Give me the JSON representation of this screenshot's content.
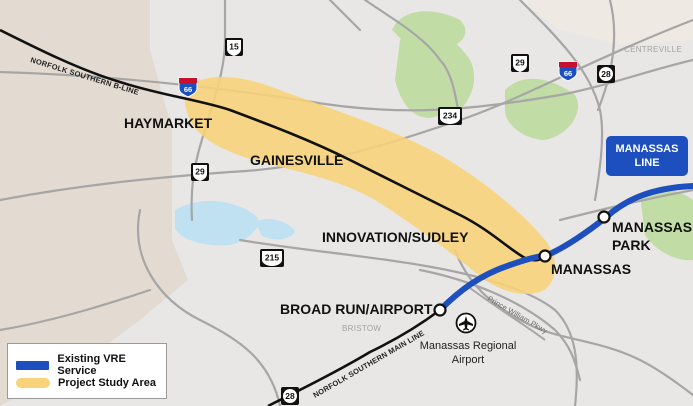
{
  "stations": {
    "haymarket": "HAYMARKET",
    "gainesville": "GAINESVILLE",
    "innovation": "INNOVATION/SUDLEY",
    "manassas": "MANASSAS",
    "manassas_park_1": "MANASSAS",
    "manassas_park_2": "PARK",
    "broad_run": "BROAD RUN/AIRPORT"
  },
  "places": {
    "centreville": "CENTREVILLE",
    "bristow": "BRISTOW",
    "airport_line1": "Manassas Regional",
    "airport_line2": "Airport"
  },
  "rail_lines": {
    "b_line": "NORFOLK SOUTHERN B-LINE",
    "main_line": "NORFOLK SOUTHERN MAIN LINE"
  },
  "roads": {
    "prince_william_pkwy": "Prince William Pkwy"
  },
  "shields": {
    "us15": "15",
    "us29_north": "29",
    "us29_west": "29",
    "i66_west": "66",
    "i66_east": "66",
    "va28_north": "28",
    "va28_south": "28",
    "va234": "234",
    "va215": "215"
  },
  "line_badge": {
    "line1": "MANASSAS",
    "line2": "LINE"
  },
  "legend": {
    "existing": "Existing VRE Service",
    "study": "Project Study Area"
  },
  "colors": {
    "vre_blue": "#1d4fbf",
    "study_area": "#f8d37a",
    "background": "#e9e7e5",
    "beige_area": "#e3dbd1",
    "parks": "#c2dca6",
    "water": "#bfe1f2",
    "roads": "#a6a6a6",
    "rail": "#111111"
  }
}
